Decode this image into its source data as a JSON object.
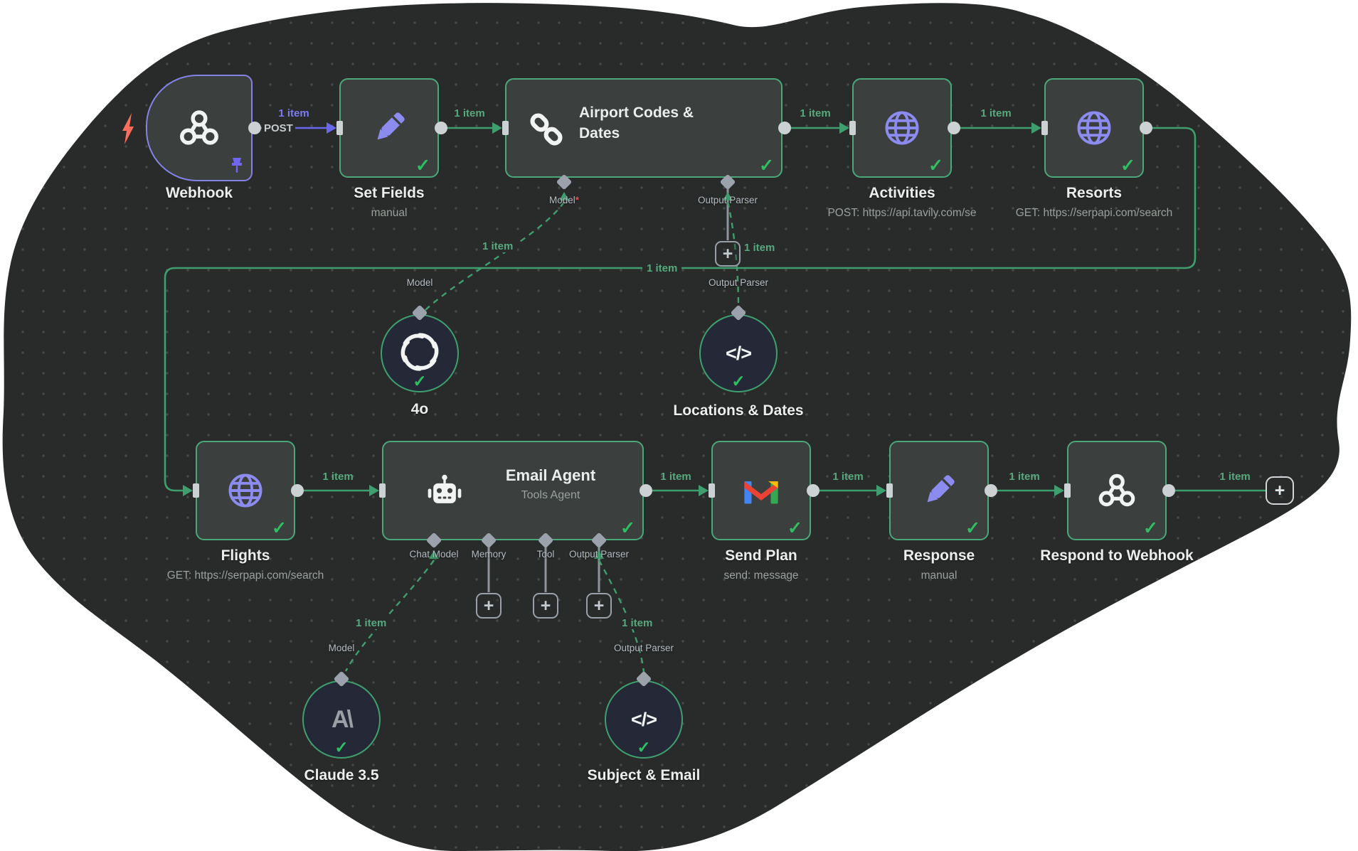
{
  "app": {
    "name": "workflow canvas"
  },
  "edges": {
    "one_item": "1 item",
    "post": "POST"
  },
  "icons": {
    "check": "✓",
    "plus": "+",
    "code": "</>",
    "anthropic": "A\\"
  },
  "connectors": {
    "model": "Model",
    "output_parser": "Output Parser",
    "chat_model": "Chat Model",
    "memory": "Memory",
    "tool": "Tool",
    "required_mark": "*"
  },
  "nodes": {
    "webhook": {
      "label": "Webhook"
    },
    "set_fields": {
      "label": "Set Fields",
      "subtitle": "manual"
    },
    "airport_codes": {
      "title": "Airport Codes & Dates"
    },
    "activities": {
      "label": "Activities",
      "subtitle": "POST: https://api.tavily.com/se"
    },
    "resorts": {
      "label": "Resorts",
      "subtitle": "GET: https://serpapi.com/search"
    },
    "model_4o": {
      "label": "4o"
    },
    "locations_dates": {
      "label": "Locations & Dates"
    },
    "flights": {
      "label": "Flights",
      "subtitle": "GET: https://serpapi.com/search"
    },
    "email_agent": {
      "title": "Email Agent",
      "subtitle": "Tools Agent"
    },
    "send_plan": {
      "label": "Send Plan",
      "subtitle": "send: message"
    },
    "response": {
      "label": "Response",
      "subtitle": "manual"
    },
    "respond_webhook": {
      "label": "Respond to Webhook"
    },
    "claude": {
      "label": "Claude 3.5"
    },
    "subject_email": {
      "label": "Subject & Email"
    }
  },
  "colors": {
    "canvas_blob": "#282b2a",
    "node_fill": "#3b3f3d",
    "node_border_green": "#4aa87b",
    "webhook_border": "#8583e8",
    "line_green": "#3f9e6e",
    "line_purple": "#6b68ee",
    "check_green": "#2fbf62",
    "icon_purple": "#8b8bf0",
    "label_green": "#57a97e",
    "label_purple": "#7e7bf0",
    "circle_fill": "#242837",
    "bolt_orange": "#ff6e5c"
  }
}
